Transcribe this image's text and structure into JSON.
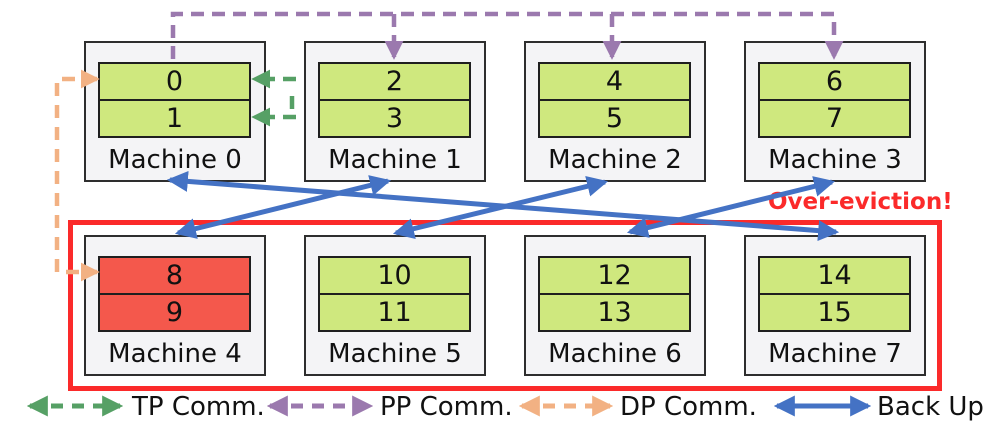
{
  "machines": [
    {
      "label": "Machine 0",
      "devices": [
        "0",
        "1"
      ],
      "row": "top",
      "status": "normal"
    },
    {
      "label": "Machine 1",
      "devices": [
        "2",
        "3"
      ],
      "row": "top",
      "status": "normal"
    },
    {
      "label": "Machine 2",
      "devices": [
        "4",
        "5"
      ],
      "row": "top",
      "status": "normal"
    },
    {
      "label": "Machine 3",
      "devices": [
        "6",
        "7"
      ],
      "row": "top",
      "status": "normal"
    },
    {
      "label": "Machine 4",
      "devices": [
        "8",
        "9"
      ],
      "row": "bottom",
      "status": "evicted"
    },
    {
      "label": "Machine 5",
      "devices": [
        "10",
        "11"
      ],
      "row": "bottom",
      "status": "normal"
    },
    {
      "label": "Machine 6",
      "devices": [
        "12",
        "13"
      ],
      "row": "bottom",
      "status": "normal"
    },
    {
      "label": "Machine 7",
      "devices": [
        "14",
        "15"
      ],
      "row": "bottom",
      "status": "normal"
    }
  ],
  "annotations": {
    "over_eviction": "Over-eviction!"
  },
  "legend": [
    {
      "label": "TP Comm.",
      "style": "dashed",
      "color": "#56a065"
    },
    {
      "label": "PP Comm.",
      "style": "dashed",
      "color": "#9b79ae"
    },
    {
      "label": "DP Comm.",
      "style": "dashed",
      "color": "#f2b183"
    },
    {
      "label": "Back Up",
      "style": "solid",
      "color": "#4472c4"
    }
  ],
  "connections": {
    "pp_comm": {
      "from": "Machine 0",
      "to": [
        "Machine 1",
        "Machine 2",
        "Machine 3"
      ]
    },
    "tp_comm": {
      "between": [
        "device 0",
        "device 1"
      ]
    },
    "dp_comm": {
      "between": [
        "device 0",
        "device 8"
      ]
    },
    "backup_pairs": [
      [
        "Machine 0",
        "Machine 7"
      ],
      [
        "Machine 1",
        "Machine 4"
      ],
      [
        "Machine 2",
        "Machine 5"
      ],
      [
        "Machine 3",
        "Machine 6"
      ]
    ]
  },
  "colors": {
    "device_normal_fill": "#cfe87e",
    "device_evicted_fill": "#f4584c",
    "machine_fill": "#f4f4f6",
    "machine_border": "#2e2e2e",
    "eviction_red": "#fb2a2a",
    "backup_blue": "#4472c4",
    "tp_green": "#56a065",
    "pp_purple": "#9b79ae",
    "dp_orange": "#f2b183"
  }
}
